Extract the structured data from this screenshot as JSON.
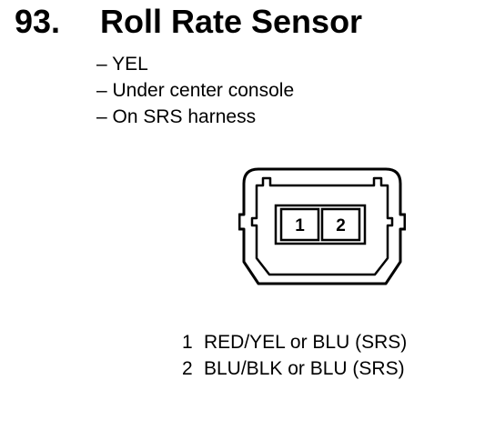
{
  "header": {
    "number": "93.",
    "title": "Roll Rate Sensor"
  },
  "notes": [
    "– YEL",
    "– Under center console",
    "– On SRS harness"
  ],
  "connector": {
    "pins": [
      "1",
      "2"
    ]
  },
  "pinout": [
    {
      "pin": "1",
      "wire": "RED/YEL or BLU (SRS)"
    },
    {
      "pin": "2",
      "wire": "BLU/BLK or BLU (SRS)"
    }
  ]
}
